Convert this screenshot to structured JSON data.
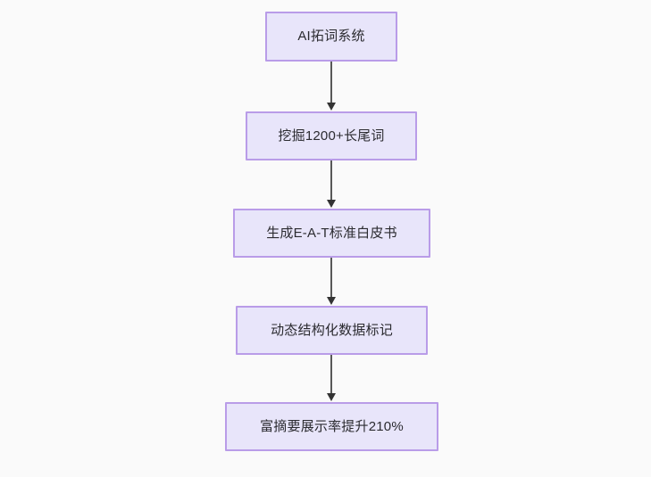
{
  "diagram": {
    "type": "flowchart",
    "direction": "top-to-bottom",
    "background_color": "#fafafa",
    "node_fill_color": "#e8e5fa",
    "node_border_color": "#b99ce8",
    "node_text_color": "#2b2b30",
    "edge_color": "#585858",
    "nodes": [
      {
        "id": "n1",
        "label": "AI拓词系统"
      },
      {
        "id": "n2",
        "label": "挖掘1200+长尾词"
      },
      {
        "id": "n3",
        "label": "生成E-A-T标准白皮书"
      },
      {
        "id": "n4",
        "label": "动态结构化数据标记"
      },
      {
        "id": "n5",
        "label": "富摘要展示率提升210%"
      }
    ],
    "edges": [
      {
        "from": "n1",
        "to": "n2",
        "label": ""
      },
      {
        "from": "n2",
        "to": "n3",
        "label": ""
      },
      {
        "from": "n3",
        "to": "n4",
        "label": ""
      },
      {
        "from": "n4",
        "to": "n5",
        "label": ""
      }
    ]
  }
}
